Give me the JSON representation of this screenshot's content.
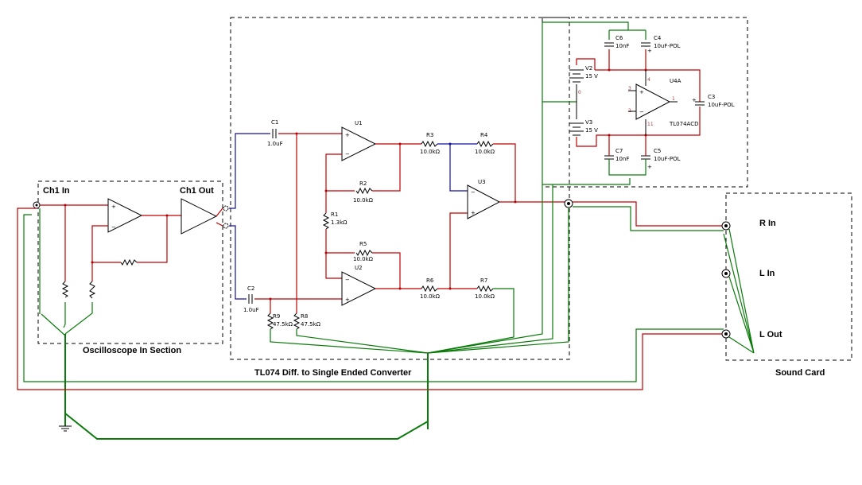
{
  "sections": {
    "oscilloscope": "Oscilloscope In Section",
    "converter": "TL074 Diff. to Single Ended Converter",
    "sound_card": "Sound Card"
  },
  "ports": {
    "ch1_in": "Ch1 In",
    "ch1_out": "Ch1 Out",
    "r_in": "R In",
    "l_in": "L In",
    "l_out": "L Out"
  },
  "components": {
    "U1": "U1",
    "U2": "U2",
    "U3": "U3",
    "U4A": "U4A",
    "U4_part": "TL074ACD",
    "C1": "C1",
    "C1_val": "1.0uF",
    "C2": "C2",
    "C2_val": "1.0uF",
    "C3": "C3",
    "C3_val": "10uF-POL",
    "C4": "C4",
    "C4_val": "10uF-POL",
    "C5": "C5",
    "C5_val": "10uF-POL",
    "C6": "C6",
    "C6_val": "10nF",
    "C7": "C7",
    "C7_val": "10nF",
    "R1": "R1",
    "R1_val": "1.3kΩ",
    "R2": "R2",
    "R2_val": "10.0kΩ",
    "R3": "R3",
    "R3_val": "10.0kΩ",
    "R4": "R4",
    "R4_val": "10.0kΩ",
    "R5": "R5",
    "R5_val": "10.0kΩ",
    "R6": "R6",
    "R6_val": "10.0kΩ",
    "R7": "R7",
    "R7_val": "10.0kΩ",
    "R8": "R8",
    "R8_val": "47.5kΩ",
    "R9": "R9",
    "R9_val": "47.5kΩ",
    "V2": "V2",
    "V2_val": "15 V",
    "V3": "V3",
    "V3_val": "15 V"
  },
  "pins": {
    "p4": "4",
    "p11": "11",
    "p3": "3",
    "p2": "2",
    "p1": "1",
    "p0": "0"
  },
  "colors": {
    "signal": "#c00000",
    "ground": "#0a7a0a",
    "component": "#1010a0",
    "outline": "#000000"
  }
}
